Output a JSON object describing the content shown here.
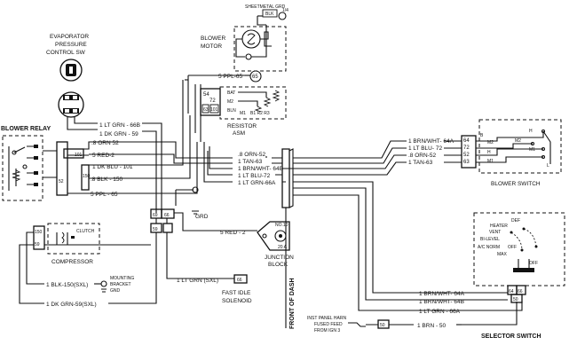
{
  "components": {
    "evaporator_switch": {
      "line1": "EVAPORATOR",
      "line2": "PRESSURE",
      "line3": "CONTROL SW"
    },
    "blower_relay": "BLOWER RELAY",
    "blower_motor": {
      "line1": "BLOWER",
      "line2": "MOTOR"
    },
    "sheetmetal_grd": "SHEETMETAL GRD",
    "resistor_asm": {
      "line1": "RESISTOR",
      "line2": "ASM"
    },
    "blower_switch": "BLOWER SWITCH",
    "compressor": "COMPRESSOR",
    "clutch": "CLUTCH",
    "mounting_bracket_gnd": {
      "line1": "MOUNTING",
      "line2": "BRACKET",
      "line3": "GND"
    },
    "fast_idle_solenoid": {
      "line1": "FAST IDLE",
      "line2": "SOLENOID"
    },
    "junction_block": {
      "line1": "JUNCTION",
      "line2": "BLOCK"
    },
    "front_of_dash": "FRONT OF DASH",
    "selector_switch": "SELECTOR SWITCH",
    "inst_panel_harn": {
      "line1": "INST PANEL HARN",
      "line2": "FUSED FEED",
      "line3": "FROM IGN 3"
    },
    "grd": "GRD"
  },
  "wires": {
    "blk_ground": "BLK",
    "ground_size": "1/4",
    "ppl65_motor": "5 PPL-65",
    "lt_grn_66b": "1 LT GRN - 66B",
    "dk_grn_59": "1 DK GRN - 59",
    "orn_52_left": ".8 ORN 52",
    "red_2_left": "5 RED-2",
    "dk_blu_101": "1 DK BLU - 101",
    "blk_150": ".8 BLK - 150",
    "ppl_65_left": "5 PPL - 65",
    "orn_52_mid": ".8 ORN-52",
    "tan_63_mid": "1 TAN-63",
    "brn_wht_64b_mid": "1 BRN/WHT- 64B",
    "lt_blu_72_mid": "1 LT BLU-72",
    "lt_grn_66a_mid": "1 LT GRN-66A",
    "brn_wht_64a_right": "1 BRN/WHT- 64A",
    "lt_blu_72_right": "1 LT BLU- 72",
    "orn_52_right": ".8 ORN-52",
    "tan_63_right": "1 TAN-63",
    "red_2_junction": "5 RED - 2",
    "lt_grn_sxl": "1 LT GRN (SXL)",
    "blk_150_sxl": "1 BLK-150(SXL)",
    "dk_grn_59_sxl": "1 DK GRN-59(SXL)",
    "brn_wht_64a_bot": "1 BRN/WHT- 64A",
    "brn_wht_64b_bot": "1 BRN/WHT- 64B",
    "lt_grn_66a_bot": "1 LT GRN - 66A",
    "brn_50": "1 BRN - 50"
  },
  "connector_pins": {
    "c65": "65",
    "r54": "54",
    "r72": "72",
    "r63": "63",
    "r101": "101",
    "bs64": "64",
    "bs72": "72",
    "bs52": "52",
    "bs63": "63",
    "bl52": "52",
    "bl101": "101",
    "bl150": "150",
    "c66_left": "66",
    "c59": "59",
    "c69": "69",
    "c59b": "59",
    "c66_fast": "66",
    "c150": "150",
    "c159": "59",
    "ss64": "64",
    "ss66": "66",
    "ss50": "50",
    "c50": "50"
  },
  "terminals": {
    "bat": "BAT",
    "m2": "M2",
    "bln": "BLN",
    "m1": "M1",
    "r_labels": "B1 R2 R3",
    "bs_m2": "M2",
    "bs_h": "H",
    "bs_m1": "M1",
    "bs_b": "B",
    "bs_h2": "H",
    "bs_m2b": "M2",
    "bs_m1b": "M1",
    "bs_l": "L",
    "heater": "HEATER",
    "def": "DEF",
    "vent": "VENT",
    "bilevel": "BI-LEVEL",
    "ac_norm": "A/C NORM",
    "max": "MAX",
    "off": "OFF",
    "no10": "NO.10",
    "amp20": "20 A"
  }
}
